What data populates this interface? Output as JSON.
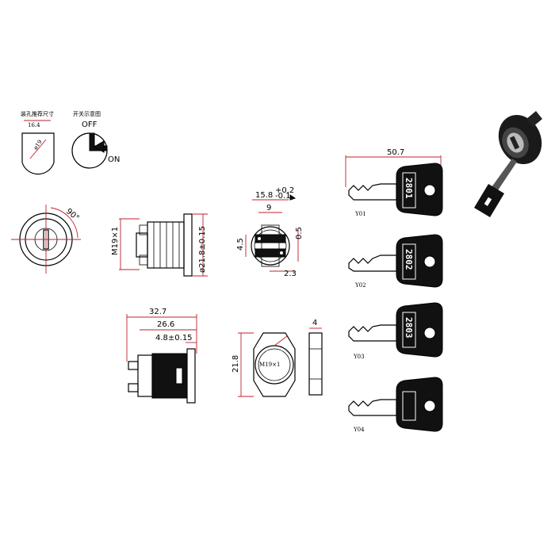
{
  "colors": {
    "line": "#000000",
    "dimension": "#c0202a",
    "key_head": "#111111",
    "background": "#ffffff"
  },
  "cutout": {
    "title": "装孔推荐尺寸",
    "width": "16.4",
    "diameter": "ø19"
  },
  "switch_diagram": {
    "title": "开关示意图",
    "off": "OFF",
    "on": "ON"
  },
  "front_view": {
    "angle": "90°"
  },
  "side_view": {
    "thread": "M19×1",
    "diameter": "ø21.8±0.15"
  },
  "rear_view": {
    "width_outer": "15.8",
    "tol_plus": "+0.2",
    "tol_minus": "-0.1",
    "width_inner": "9",
    "height": "4.5",
    "right": "0.5",
    "bottom": "2.3"
  },
  "bottom_view": {
    "total": "32.7",
    "body": "26.6",
    "flange": "4.8±0.15"
  },
  "nut_view": {
    "across": "21.8",
    "thread": "M19×1"
  },
  "nut_side": {
    "thickness": "4"
  },
  "keys": {
    "length": "50.7",
    "items": [
      {
        "code": "2801",
        "label": "Y01",
        "blank": false
      },
      {
        "code": "2802",
        "label": "Y02",
        "blank": false
      },
      {
        "code": "2803",
        "label": "Y03",
        "blank": false
      },
      {
        "code": "",
        "label": "Y04",
        "blank": true
      }
    ]
  },
  "icons": {
    "product": "lock-with-key-photo-icon"
  }
}
